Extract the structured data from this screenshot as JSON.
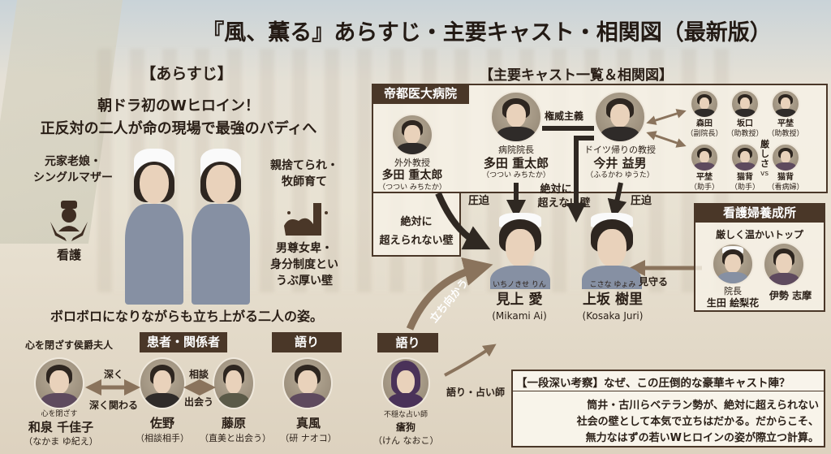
{
  "title": "『風、薫る』あらすじ・主要キャスト・相関図（最新版）",
  "synopsis": {
    "heading": "【あらすじ】",
    "headline1": "朝ドラ初のWヒロイン！",
    "headline2": "正反対の二人が命の現場で最強のバディへ",
    "left_trait1": "元家老娘・",
    "left_trait2": "シングルマザー",
    "left_icon_label": "看護",
    "right_trait1": "親捨てられ・",
    "right_trait2": "牧師育て",
    "wall1": "男尊女卑・",
    "wall2": "身分制度とい",
    "wall3": "うぶ厚い壁",
    "tagline": "ボロボロになりながらも立ち上がる二人の姿。"
  },
  "supporting": {
    "izumi_caption": "心を閉ざす侯爵夫人",
    "izumi_furigana": "心を閉ざす",
    "izumi_name": "和泉 千佳子",
    "izumi_actor": "（なかま ゆ紀え）",
    "arrow1_top": "深く",
    "arrow1_bottom": "深く関わる",
    "patients_header": "患者・関係者",
    "sano_name": "佐野",
    "sano_role": "（相談相手）",
    "arrow2_top": "相談",
    "arrow2_bottom": "出会う",
    "fujiwara_name": "藤原",
    "fujiwara_role": "（直美と出会う）",
    "narration_header": "語り",
    "makaze_name": "真風",
    "makaze_actor": "（研 ナオコ）"
  },
  "cast": {
    "heading": "【主要キャスト一覧＆相関図】",
    "hospital": {
      "header": "帝都医大病院",
      "p1_role": "外外教授",
      "p1_name": "多田 重太郎",
      "p1_actor": "（つつい みちたか）",
      "p2_role": "病院院長",
      "p2_name": "多田 重太郎",
      "p2_actor": "（つつい みちたか）",
      "link_label": "権威主義",
      "p3_role": "ドイツ帰りの教授",
      "p3_name": "今井 益男",
      "p3_actor": "（ふるかわ ゆうた）",
      "staff": [
        {
          "name": "森田",
          "role": "（副院長）"
        },
        {
          "name": "坂口",
          "role": "（助教授）"
        },
        {
          "name": "平埜",
          "role": "（助教授）"
        },
        {
          "name": "平埜",
          "role": "（助手）"
        },
        {
          "name": "猫背",
          "role": "（助手）"
        },
        {
          "name": "猫背",
          "role": "（看病婦）"
        }
      ],
      "vs_label": "厳しさ",
      "vs": "vs"
    },
    "pressure_left": "圧迫",
    "pressure_right": "圧迫",
    "wall_center1": "絶対に",
    "wall_center2": "超えない壁",
    "wall_box1": "絶対に",
    "wall_box2": "超えられない壁",
    "confront": "立ち向かう",
    "heroine1": {
      "furigana": "いちノきせ りん",
      "name": "見上 愛",
      "romaji": "(Mikami Ai)"
    },
    "heroine2": {
      "furigana": "こさな ゆょみ",
      "name": "上坂 樹里",
      "romaji": "(Kosaka Juri)"
    },
    "school": {
      "header": "看護婦養成所",
      "subtitle": "厳しく温かいトップ",
      "p1_role": "院長",
      "p1_name": "生田 絵梨花",
      "p2_name": "伊勢 志摩",
      "watch": "見守る"
    },
    "narrator": {
      "header": "語り",
      "role": "不穏な占い師",
      "name": "瘡狗",
      "actor": "（けん なおこ）",
      "arrow_label": "語り・占い師"
    },
    "insight": {
      "header": "【一段深い考察】なぜ、この圧倒的な豪華キャスト陣？",
      "line1": "筒井・古川らベテラン勢が、絶対に超えられない",
      "line2": "社会の壁として本気で立ちはだかる。だからこそ、",
      "line3": "無力なはずの若いWヒロインの姿が際立つ計算。"
    }
  },
  "colors": {
    "brown": "#4a3728",
    "arrow_dark": "#2f2822",
    "arrow_light": "#8a735c"
  }
}
